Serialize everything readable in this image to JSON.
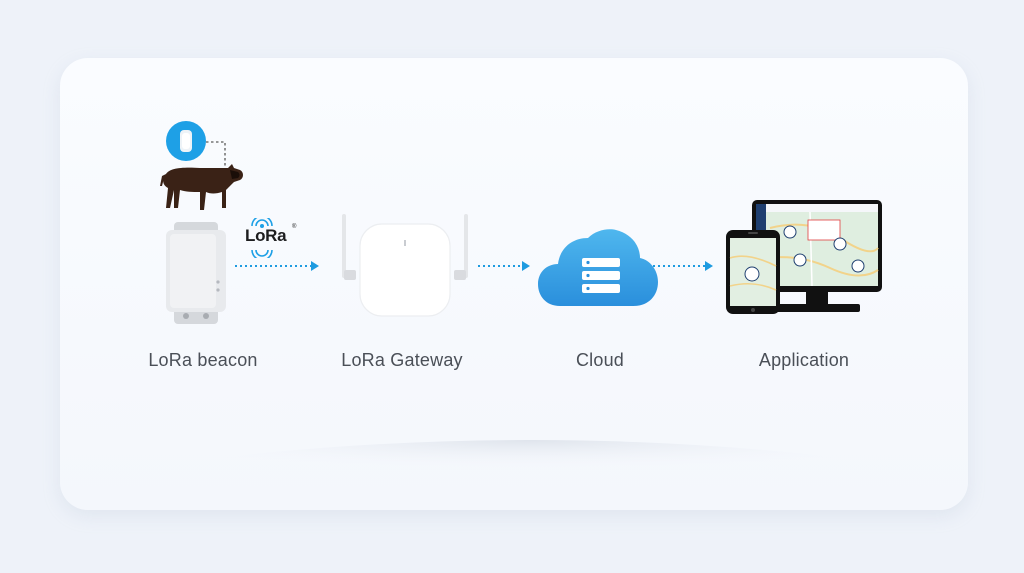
{
  "nodes": {
    "beacon": {
      "label": "LoRa beacon"
    },
    "gateway": {
      "label": "LoRa Gateway"
    },
    "cloud": {
      "label": "Cloud"
    },
    "application": {
      "label": "Application"
    }
  },
  "badge": {
    "text": "LoRa",
    "mark": "®"
  },
  "colors": {
    "accent": "#1ea0e6",
    "arrow": "#1e9be0",
    "cloud_top": "#4fb7ee",
    "cloud_bottom": "#2a8fdc",
    "device_body": "#e8eaed",
    "screen_dark": "#111111"
  },
  "icons": [
    "tag-icon",
    "cow-icon",
    "lora-signal-icon",
    "beacon-device-icon",
    "gateway-device-icon",
    "cloud-server-icon",
    "monitor-icon",
    "phone-icon"
  ]
}
